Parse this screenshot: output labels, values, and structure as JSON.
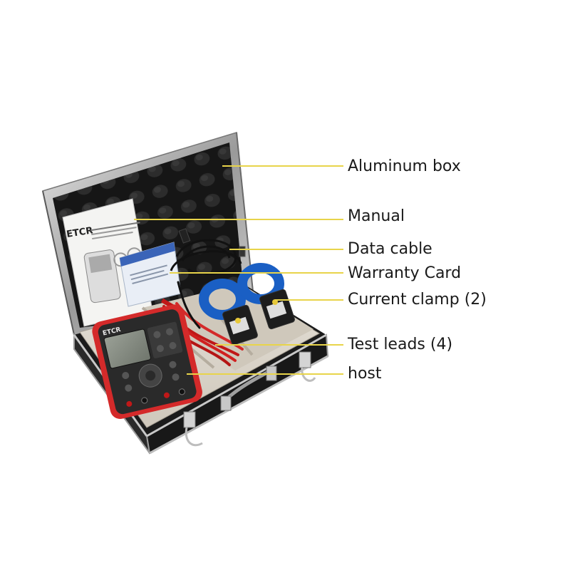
{
  "callouts": {
    "aluminum_box": "Aluminum box",
    "manual": "Manual",
    "data_cable": "Data cable",
    "warranty_card": "Warranty Card",
    "current_clamp": "Current clamp (2)",
    "test_leads": "Test leads (4)",
    "host": "host"
  },
  "manual_brand": "ETCR",
  "meter_brand": "ETCR",
  "colors": {
    "leader_line": "#e8d44a",
    "meter_body": "#d42a2a",
    "clamp_blue": "#1a5fc4",
    "foam": "#1e1e1e",
    "case_frame": "#b8b8b8",
    "tray": "#d8d2c8"
  }
}
